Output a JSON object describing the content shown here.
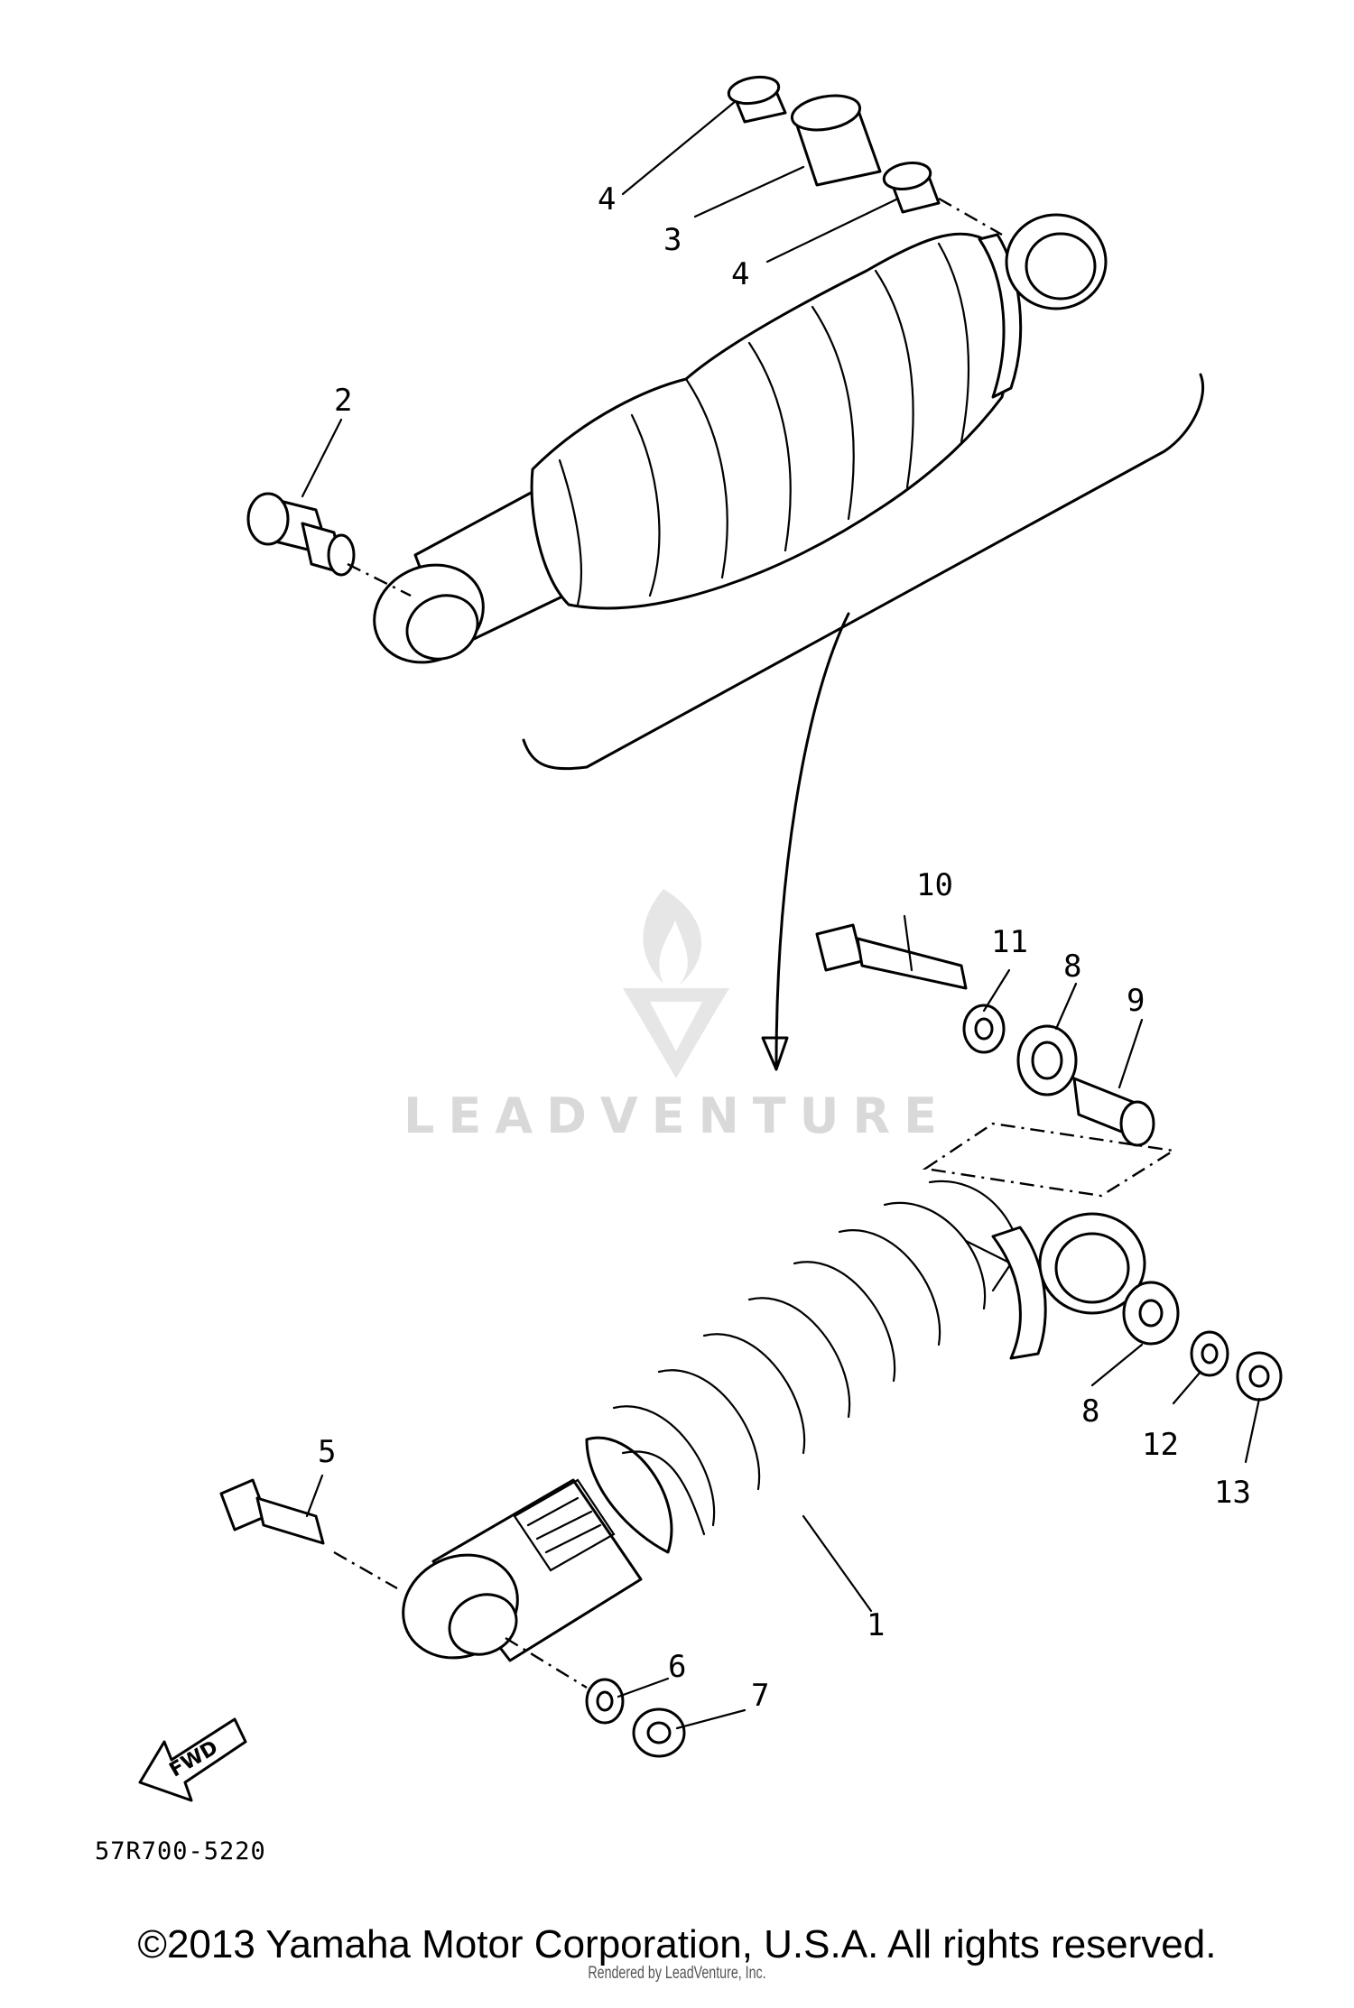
{
  "callouts": {
    "p1": "1",
    "p2": "2",
    "p3": "3",
    "p4a": "4",
    "p4b": "4",
    "p5": "5",
    "p6": "6",
    "p7": "7",
    "p8a": "8",
    "p8b": "8",
    "p9": "9",
    "p10": "10",
    "p11": "11",
    "p12": "12",
    "p13": "13"
  },
  "fwd_label": "FWD",
  "drawing_code": "57R700-5220",
  "watermark": "LEADVENTURE",
  "copyright": "©2013 Yamaha Motor Corporation, U.S.A. All rights reserved.",
  "rendered_by": "Rendered by LeadVenture, Inc."
}
